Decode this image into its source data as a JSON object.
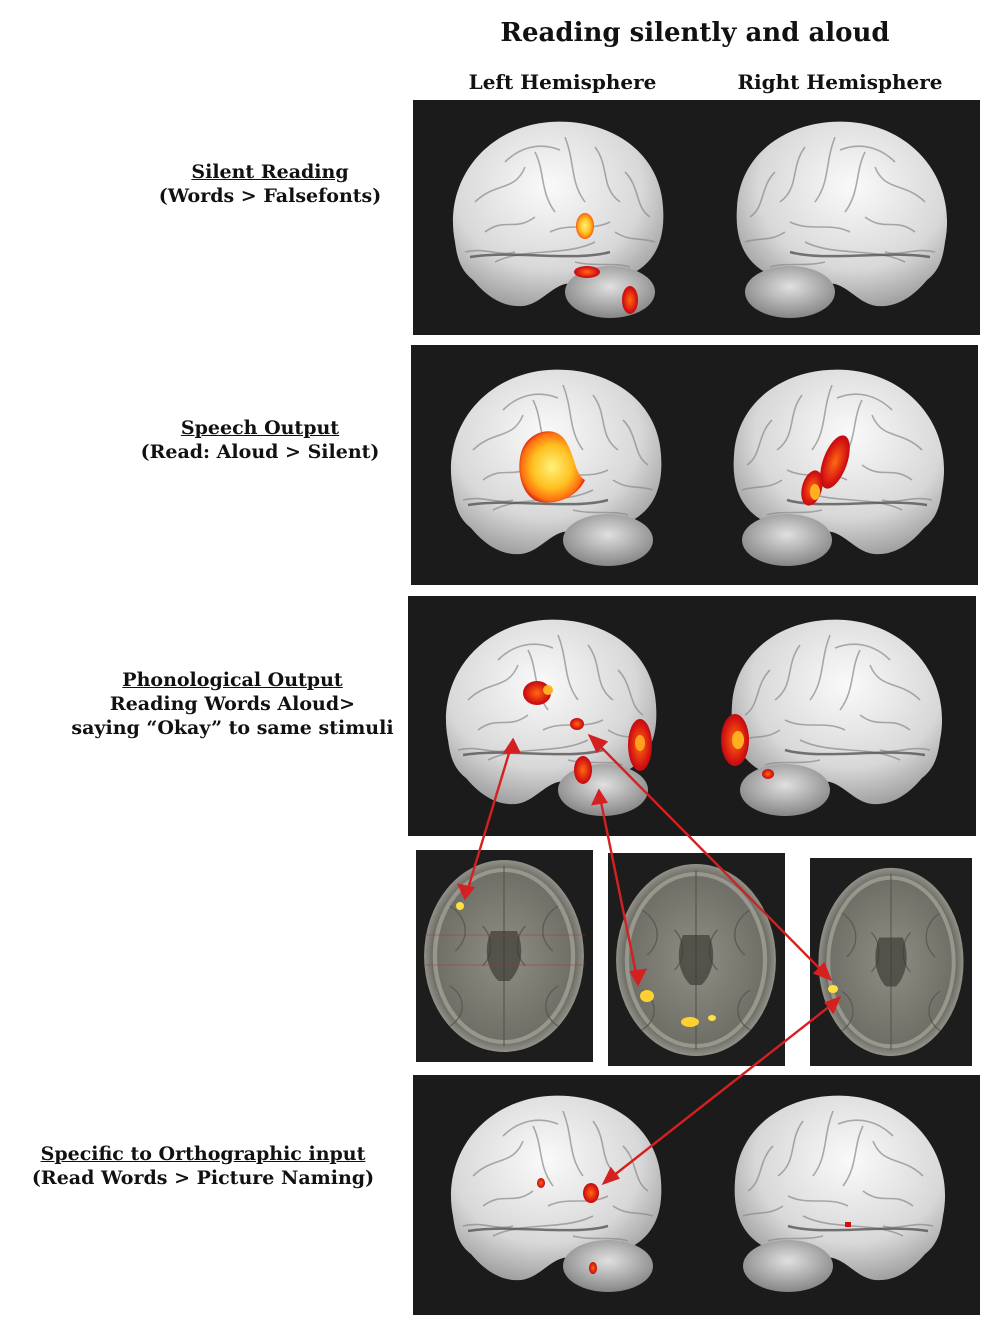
{
  "title": "Reading silently and aloud",
  "hemispheres": {
    "left": "Left Hemisphere",
    "right": "Right Hemisphere"
  },
  "rows": [
    {
      "heading": "Silent Reading",
      "sub": [
        "(Words > Falsefonts)"
      ]
    },
    {
      "heading": "Speech Output",
      "sub": [
        "(Read: Aloud > Silent)"
      ]
    },
    {
      "heading": "Phonological Output",
      "sub": [
        "Reading Words  Aloud>",
        "saying “Okay” to same stimuli"
      ]
    },
    {
      "heading": "Specific to Orthographic input",
      "sub": [
        "(Read Words > Picture Naming)"
      ]
    }
  ],
  "colors": {
    "activation_hot": "#ffe84a",
    "activation_mid": "#ff8a10",
    "activation_low": "#d01010",
    "arrow": "#d42020",
    "panel_bg": "#1b1b1b"
  }
}
